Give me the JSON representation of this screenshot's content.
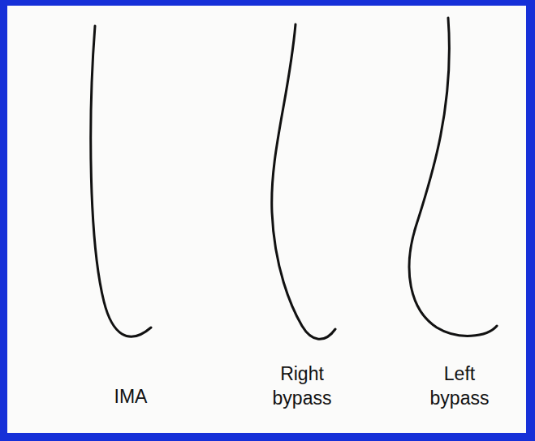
{
  "diagram": {
    "labels": [
      "IMA",
      "Right bypass",
      "Left bypass"
    ]
  }
}
